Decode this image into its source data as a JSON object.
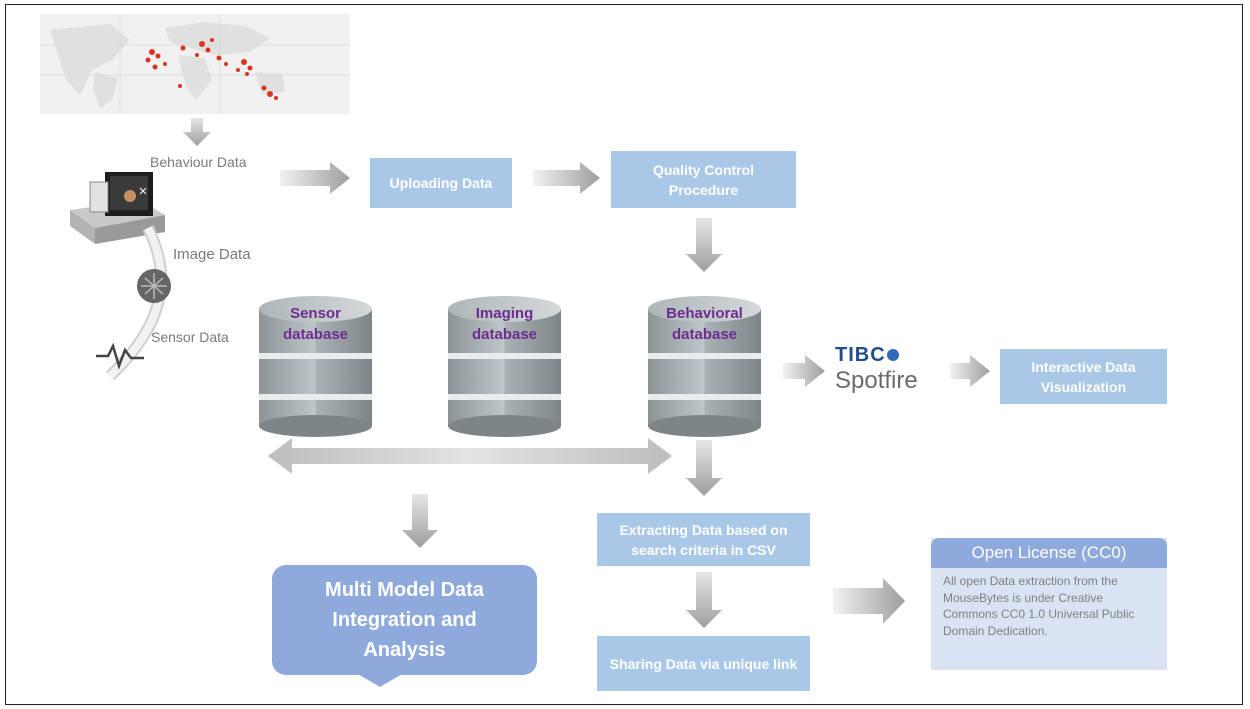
{
  "source_labels": {
    "behaviour": "Behaviour Data",
    "image": "Image Data",
    "sensor": "Sensor Data"
  },
  "boxes": {
    "uploading": "Uploading Data",
    "quality_control": "Quality Control Procedure",
    "interactive_viz": "Interactive Data Visualization",
    "extracting": "Extracting Data based on search criteria in CSV",
    "sharing": "Sharing Data via unique link"
  },
  "databases": {
    "sensor": "Sensor database",
    "imaging": "Imaging database",
    "behavioral": "Behavioral database"
  },
  "spotfire": {
    "brand": "TIBC",
    "product": "Spotfire"
  },
  "multi_model": "Multi Model Data Integration and Analysis",
  "license": {
    "title": "Open License (CC0)",
    "body": "All open Data extraction from the MouseBytes is under Creative Commons CC0 1.0 Universal Public Domain Dedication."
  },
  "colors": {
    "box_fill": "#a9c8e8",
    "db_label": "#6f2c8f",
    "callout_fill": "#8ea9db",
    "license_fill": "#dae3f3",
    "arrow": "#c8c8c8"
  }
}
